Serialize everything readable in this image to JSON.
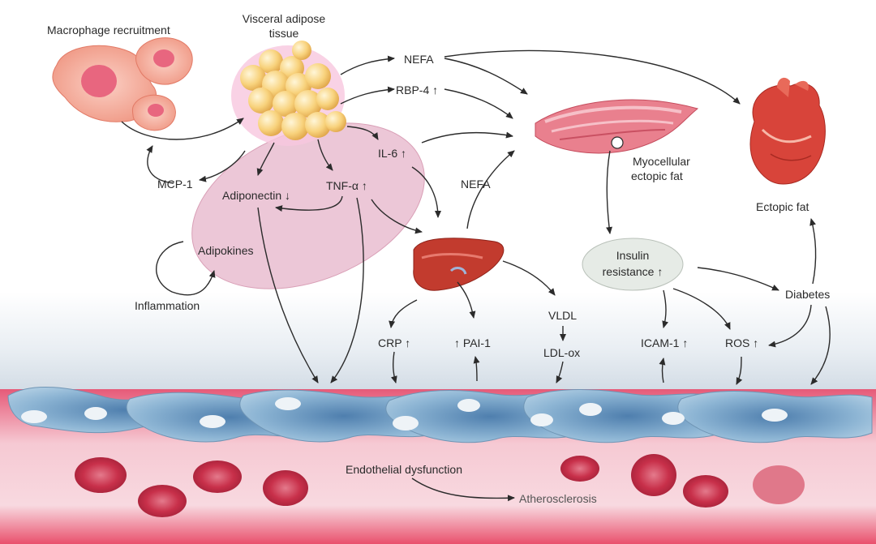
{
  "labels": {
    "macrophage_recruitment": "Macrophage recruitment",
    "visceral_adipose_1": "Visceral adipose",
    "visceral_adipose_2": "tissue",
    "nefa_top": "NEFA",
    "rbp4": "RBP-4 ↑",
    "il6": "IL-6 ↑",
    "tnf": "TNF-α ↑",
    "adiponectin": "Adiponectin ↓",
    "mcp1": "MCP-1",
    "adipokines": "Adipokines",
    "inflammation": "Inflammation",
    "nefa_mid": "NEFA",
    "myocellular_1": "Myocellular",
    "myocellular_2": "ectopic fat",
    "ectopic_fat": "Ectopic fat",
    "insulin_1": "Insulin",
    "insulin_2": "resistance ↑",
    "diabetes": "Diabetes",
    "vldl": "VLDL",
    "ldl_ox": "LDL-ox",
    "crp": "CRP ↑",
    "pai1": "↑ PAI-1",
    "icam1": "ICAM-1 ↑",
    "ros": "ROS ↑",
    "endothelial": "Endothelial dysfunction",
    "atherosclerosis": "Atherosclerosis"
  },
  "colors": {
    "adipose_cell": "#f7d07a",
    "adipokine_ellipse": "#edc3d4",
    "macrophage": "#f2a08d",
    "liver": "#c0392b",
    "muscle": "#e06070",
    "heart": "#d7443c",
    "endothelium": "#9ec3dd",
    "blood": "#e8607a",
    "rbc": "#c8304a"
  }
}
